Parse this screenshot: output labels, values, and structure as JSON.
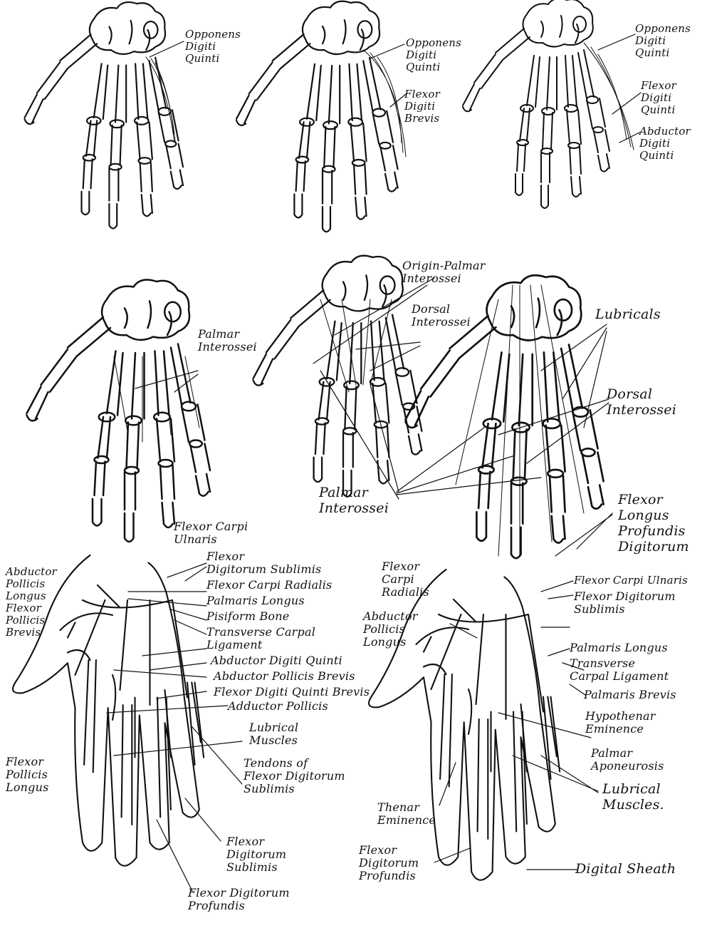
{
  "labels": {
    "p1_opponens": "Opponens\nDigiti\nQuinti",
    "p2_opponens": "Opponens\nDigiti\nQuinti",
    "p2_flexor": "Flexor\nDigiti\nBrevis",
    "p3_opponens": "Opponens\nDigiti\nQuinti",
    "p3_flexor": "Flexor\nDigiti\nQuinti",
    "p3_abductor": "Abductor\nDigiti\nQuinti",
    "p4_palmar": "Palmar\nInterossei",
    "p5_origin": "Origin-Palmar\nInterossei",
    "p5_dorsal": "Dorsal\nInterossei",
    "p5_palmar": "Palmar\nInterossei",
    "p6_lubricals": "Lubricals",
    "p6_dorsal": "Dorsal\nInterossei",
    "p6_flexor": "Flexor\nLongus\nProfundis\nDigitorum",
    "p7_flexor_carpi_ulnaris": "Flexor Carpi\nUlnaris",
    "p7_flexor_dig_sublimis": "Flexor\nDigitorum Sublimis",
    "p7_flexor_carpi_radialis": "Flexor Carpi Radialis",
    "p7_palmaris_longus": "Palmaris Longus",
    "p7_pisiform": "Pisiform Bone",
    "p7_transverse": "Transverse Carpal\nLigament",
    "p7_abd_dig_quinti": "Abductor Digiti Quinti",
    "p7_abd_poll_brevis": "Abductor Pollicis Brevis",
    "p7_flex_dig_quinti_brevis": "Flexor Digiti Quinti Brevis",
    "p7_adductor_pollicis": "Adductor Pollicis",
    "p7_lubrical": "Lubrical\nMuscles",
    "p7_tendons": "Tendons of\nFlexor Digitorum\nSublimis",
    "p7_flex_dig_sublimis2": "Flexor\nDigitorum\nSublimis",
    "p7_flex_dig_profundis": "Flexor Digitorum\nProfundis",
    "p7_abductor_left": "Abductor\nPollicis\nLongus\nFlexor\nPollicis\nBrevis",
    "p7_flexor_poll_longus": "Flexor\nPollicis\nLongus",
    "p8_flexor_carpi_radialis": "Flexor\nCarpi\nRadialis",
    "p8_abductor_poll_longus": "Abductor\nPollicis\nLongus",
    "p8_flexor_carpi_ulnaris": "Flexor Carpi Ulnaris",
    "p8_flexor_dig_sublimis": "Flexor Digitorum\nSublimis",
    "p8_palmaris_longus": "Palmaris Longus",
    "p8_transverse": "Transverse\nCarpal Ligament",
    "p8_palmaris_brevis": "Palmaris Brevis",
    "p8_hypothenar": "Hypothenar\nEminence",
    "p8_palmar_apo": "Palmar\nAponeurosis",
    "p8_lubrical": "Lubrical\nMuscles.",
    "p8_thenar": "Thenar\nEminence",
    "p8_flexor_dig_profundis": "Flexor\nDigitorum\nProfundis",
    "p8_digital_sheath": "Digital Sheath"
  }
}
